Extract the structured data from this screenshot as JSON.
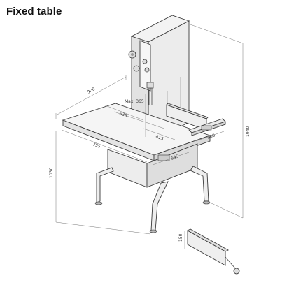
{
  "title": "Fixed table",
  "dimensions": {
    "table_depth": "900",
    "cut_height_max": "Max. 365",
    "throat": "530",
    "blade_to_fence": "415",
    "fence_length": "300",
    "table_width": "755",
    "table_front": "545",
    "overall_height": "1940",
    "table_height": "1030",
    "accessory_height": "150"
  }
}
